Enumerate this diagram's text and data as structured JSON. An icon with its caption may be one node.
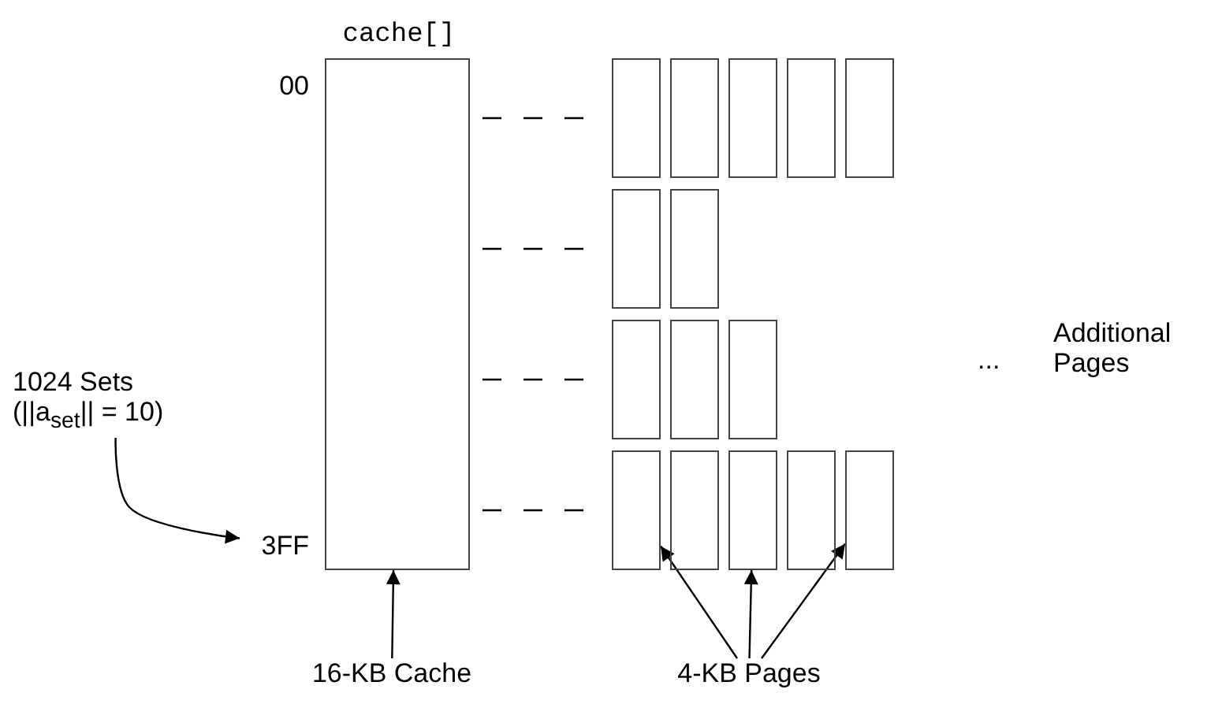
{
  "diagram": {
    "nodes": [
      {
        "text": [
          "cache[]"
        ]
      },
      {
        "text": [],
        "shape": "box"
      },
      {
        "text": [],
        "shape": "box"
      },
      {
        "text": [],
        "shape": "box"
      },
      {
        "text": [],
        "shape": "box"
      },
      {
        "text": [],
        "shape": "box"
      },
      {
        "text": [],
        "shape": "box"
      },
      {
        "text": [],
        "shape": "box"
      },
      {
        "text": [],
        "shape": "box"
      },
      {
        "text": [],
        "shape": "box"
      },
      {
        "text": [],
        "shape": "box"
      },
      {
        "text": [],
        "shape": "box"
      },
      {
        "text": [],
        "shape": "box"
      },
      {
        "text": [],
        "shape": "box"
      },
      {
        "text": [],
        "shape": "box"
      },
      {
        "text": [],
        "shape": "box"
      },
      {
        "text": [
          "1024 Sets (||a$_{set}$|| = 10)"
        ]
      },
      {
        "text": [
          "3FF"
        ]
      },
      {
        "text": [
          "16-KB Cache"
        ]
      },
      {
        "text": [
          "4-KB Pages"
        ]
      }
    ],
    "edges": [
      {
        "from": 0,
        "to": 1,
        "arrow": "none",
        "style": "dashed"
      },
      {
        "from": 0,
        "to": 6,
        "arrow": "none",
        "style": "dashed"
      },
      {
        "from": 0,
        "to": 8,
        "arrow": "none",
        "style": "dashed"
      },
      {
        "from": 0,
        "to": 11,
        "arrow": "none",
        "style": "dashed"
      },
      {
        "from": 16,
        "to": 17,
        "arrow": "to"
      },
      {
        "from": 18,
        "to": 0,
        "arrow": "to"
      },
      {
        "from": 19,
        "to": 11,
        "arrow": "to"
      },
      {
        "from": 19,
        "to": 13,
        "arrow": "to"
      },
      {
        "from": 19,
        "to": 15,
        "arrow": "to"
      }
    ],
    "labels": [
      "00",
      "...",
      "Additional Pages"
    ]
  }
}
